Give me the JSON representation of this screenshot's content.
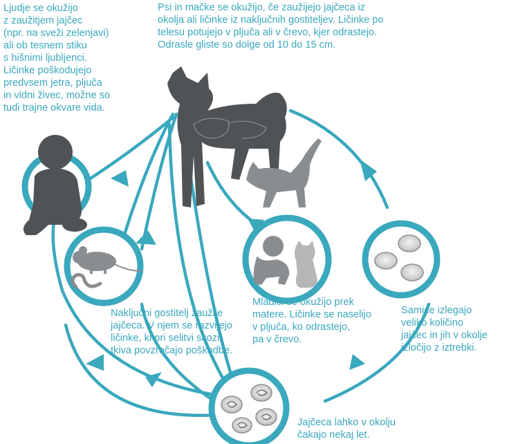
{
  "texts": {
    "humans": [
      "Ljudje se okužijo",
      "z zaužitjem jajčec",
      "(npr. na sveži zelenjavi)",
      "ali ob tesnem stiku",
      "s hišnimi ljubljenci.",
      "Ličinke poškodujejo",
      "predvsem jetra, pljuča",
      "in vidni živec, možne so",
      "tudi trajne okvare vida."
    ],
    "adults": [
      "Psi in mačke se okužijo, če zaužijejo jajčeca iz",
      "okolja ali ličinke iz naključnih gostiteljev. Ličinke po",
      "telesu potujejo v pljuča ali v črevo, kjer odrastejo.",
      "Odrasle gliste so dolge od 10 do 15 cm."
    ],
    "puppies": [
      "Mladiči se okužijo prek",
      "matere. Ličinke se naselijo",
      "v pljuča, ko odrastejo,",
      "pa v črevo."
    ],
    "females": [
      "Samice izlegajo",
      "veliko količino",
      "jajčec in jih v okolje",
      "izločijo z iztrebki."
    ],
    "paratenic": [
      "Naključni gostitelj zaužije",
      "jajčeca. V njem se razvijejo",
      "ličinke, ki pri selitvi skozi",
      "tkiva povzročajo poškodbe."
    ],
    "eggs": [
      "Jajčeca lahko v okolju",
      "čakajo nekaj let."
    ]
  },
  "colors": {
    "accent": "#3aa8bd",
    "silhouette_dark": "#4f5356",
    "silhouette_light": "#8a8d90",
    "egg_fill": "#d9d9d9",
    "egg_stroke": "#8f8f8f"
  },
  "icons": {
    "child": "child-silhouette-icon",
    "dog": "dog-silhouette-icon",
    "cat": "cat-silhouette-icon",
    "puppy": "puppy-silhouette-icon",
    "kitten": "kitten-silhouette-icon",
    "mouse": "mouse-silhouette-icon",
    "worm": "worm-icon",
    "egg": "egg-icon"
  }
}
